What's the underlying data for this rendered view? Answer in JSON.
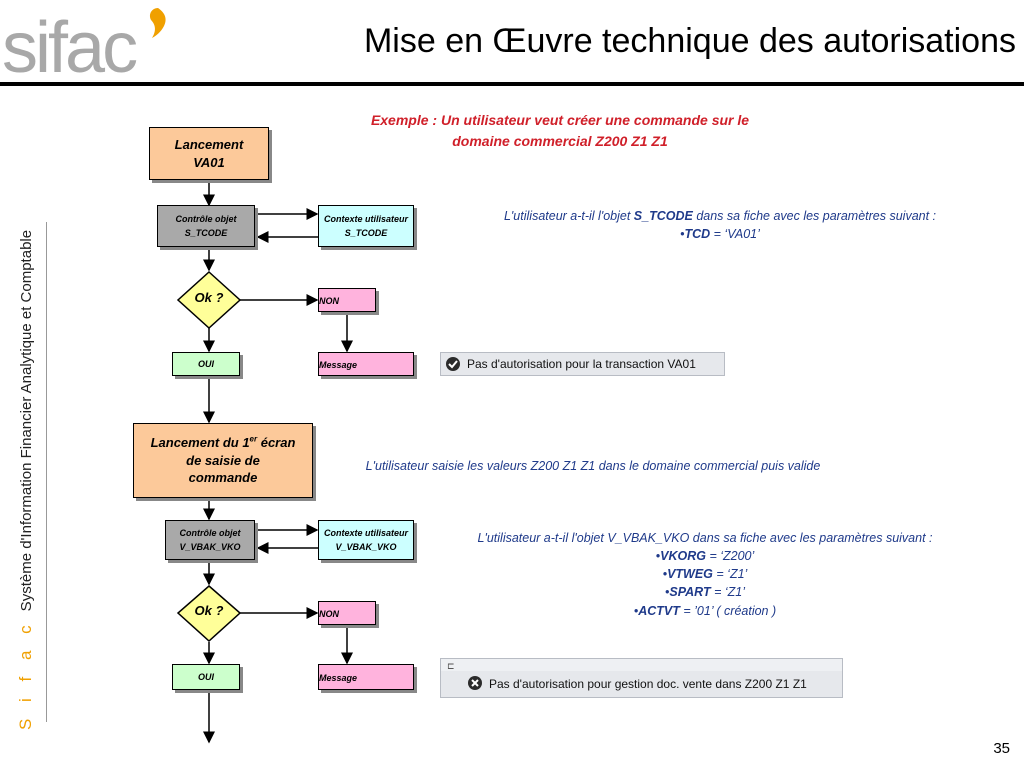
{
  "header": {
    "title": "Mise en Œuvre technique des autorisations",
    "logo": "sifac"
  },
  "sidebar": {
    "brand": "S i f a c",
    "caption": "Système d'Information Financier Analytique et Comptable"
  },
  "example": {
    "line1": "Exemple : Un utilisateur veut créer une commande sur le",
    "line2": "domaine commercial Z200 Z1 Z1"
  },
  "flow1": {
    "start_line1": "Lancement",
    "start_line2": "VA01",
    "check_line1": "Contrôle objet",
    "check_line2": "S_TCODE",
    "context_line1": "Contexte utilisateur",
    "context_line2": "S_TCODE",
    "decision": "Ok ?",
    "no": "NON",
    "yes": "OUI",
    "message": "Message",
    "note_prefix": "L'utilisateur a-t-il l'objet ",
    "note_object": "S_TCODE",
    "note_suffix": " dans sa fiche avec les paramètres suivant :",
    "param_key": "TCD",
    "param_value": " = ‘VA01’",
    "sap_message": "Pas d'autorisation pour la transaction VA01"
  },
  "flow2": {
    "start_line1_a": "Lancement du 1",
    "start_sup": "er",
    "start_line1_b": " écran",
    "start_line2": "de saisie de",
    "start_line3": "commande",
    "input_note": "L'utilisateur saisie les valeurs Z200 Z1 Z1 dans le domaine commercial puis valide",
    "check_line1": "Contrôle objet",
    "check_line2": "V_VBAK_VKO",
    "context_line1": "Contexte utilisateur",
    "context_line2": "V_VBAK_VKO",
    "decision": "Ok ?",
    "no": "NON",
    "yes": "OUI",
    "message": "Message",
    "note_intro": "L'utilisateur a-t-il l'objet V_VBAK_VKO dans sa fiche avec les paramètres suivant :",
    "params": [
      {
        "key": "VKORG",
        "value": " = ‘Z200’"
      },
      {
        "key": "VTWEG",
        "value": " = ‘Z1’"
      },
      {
        "key": "SPART",
        "value": " = ‘Z1’"
      },
      {
        "key": "ACTVT",
        "value": " = ’01’ ( création )"
      }
    ],
    "sap_message": "Pas d'autorisation pour gestion doc. vente dans Z200 Z1 Z1"
  },
  "footer": {
    "page_number": "35"
  }
}
